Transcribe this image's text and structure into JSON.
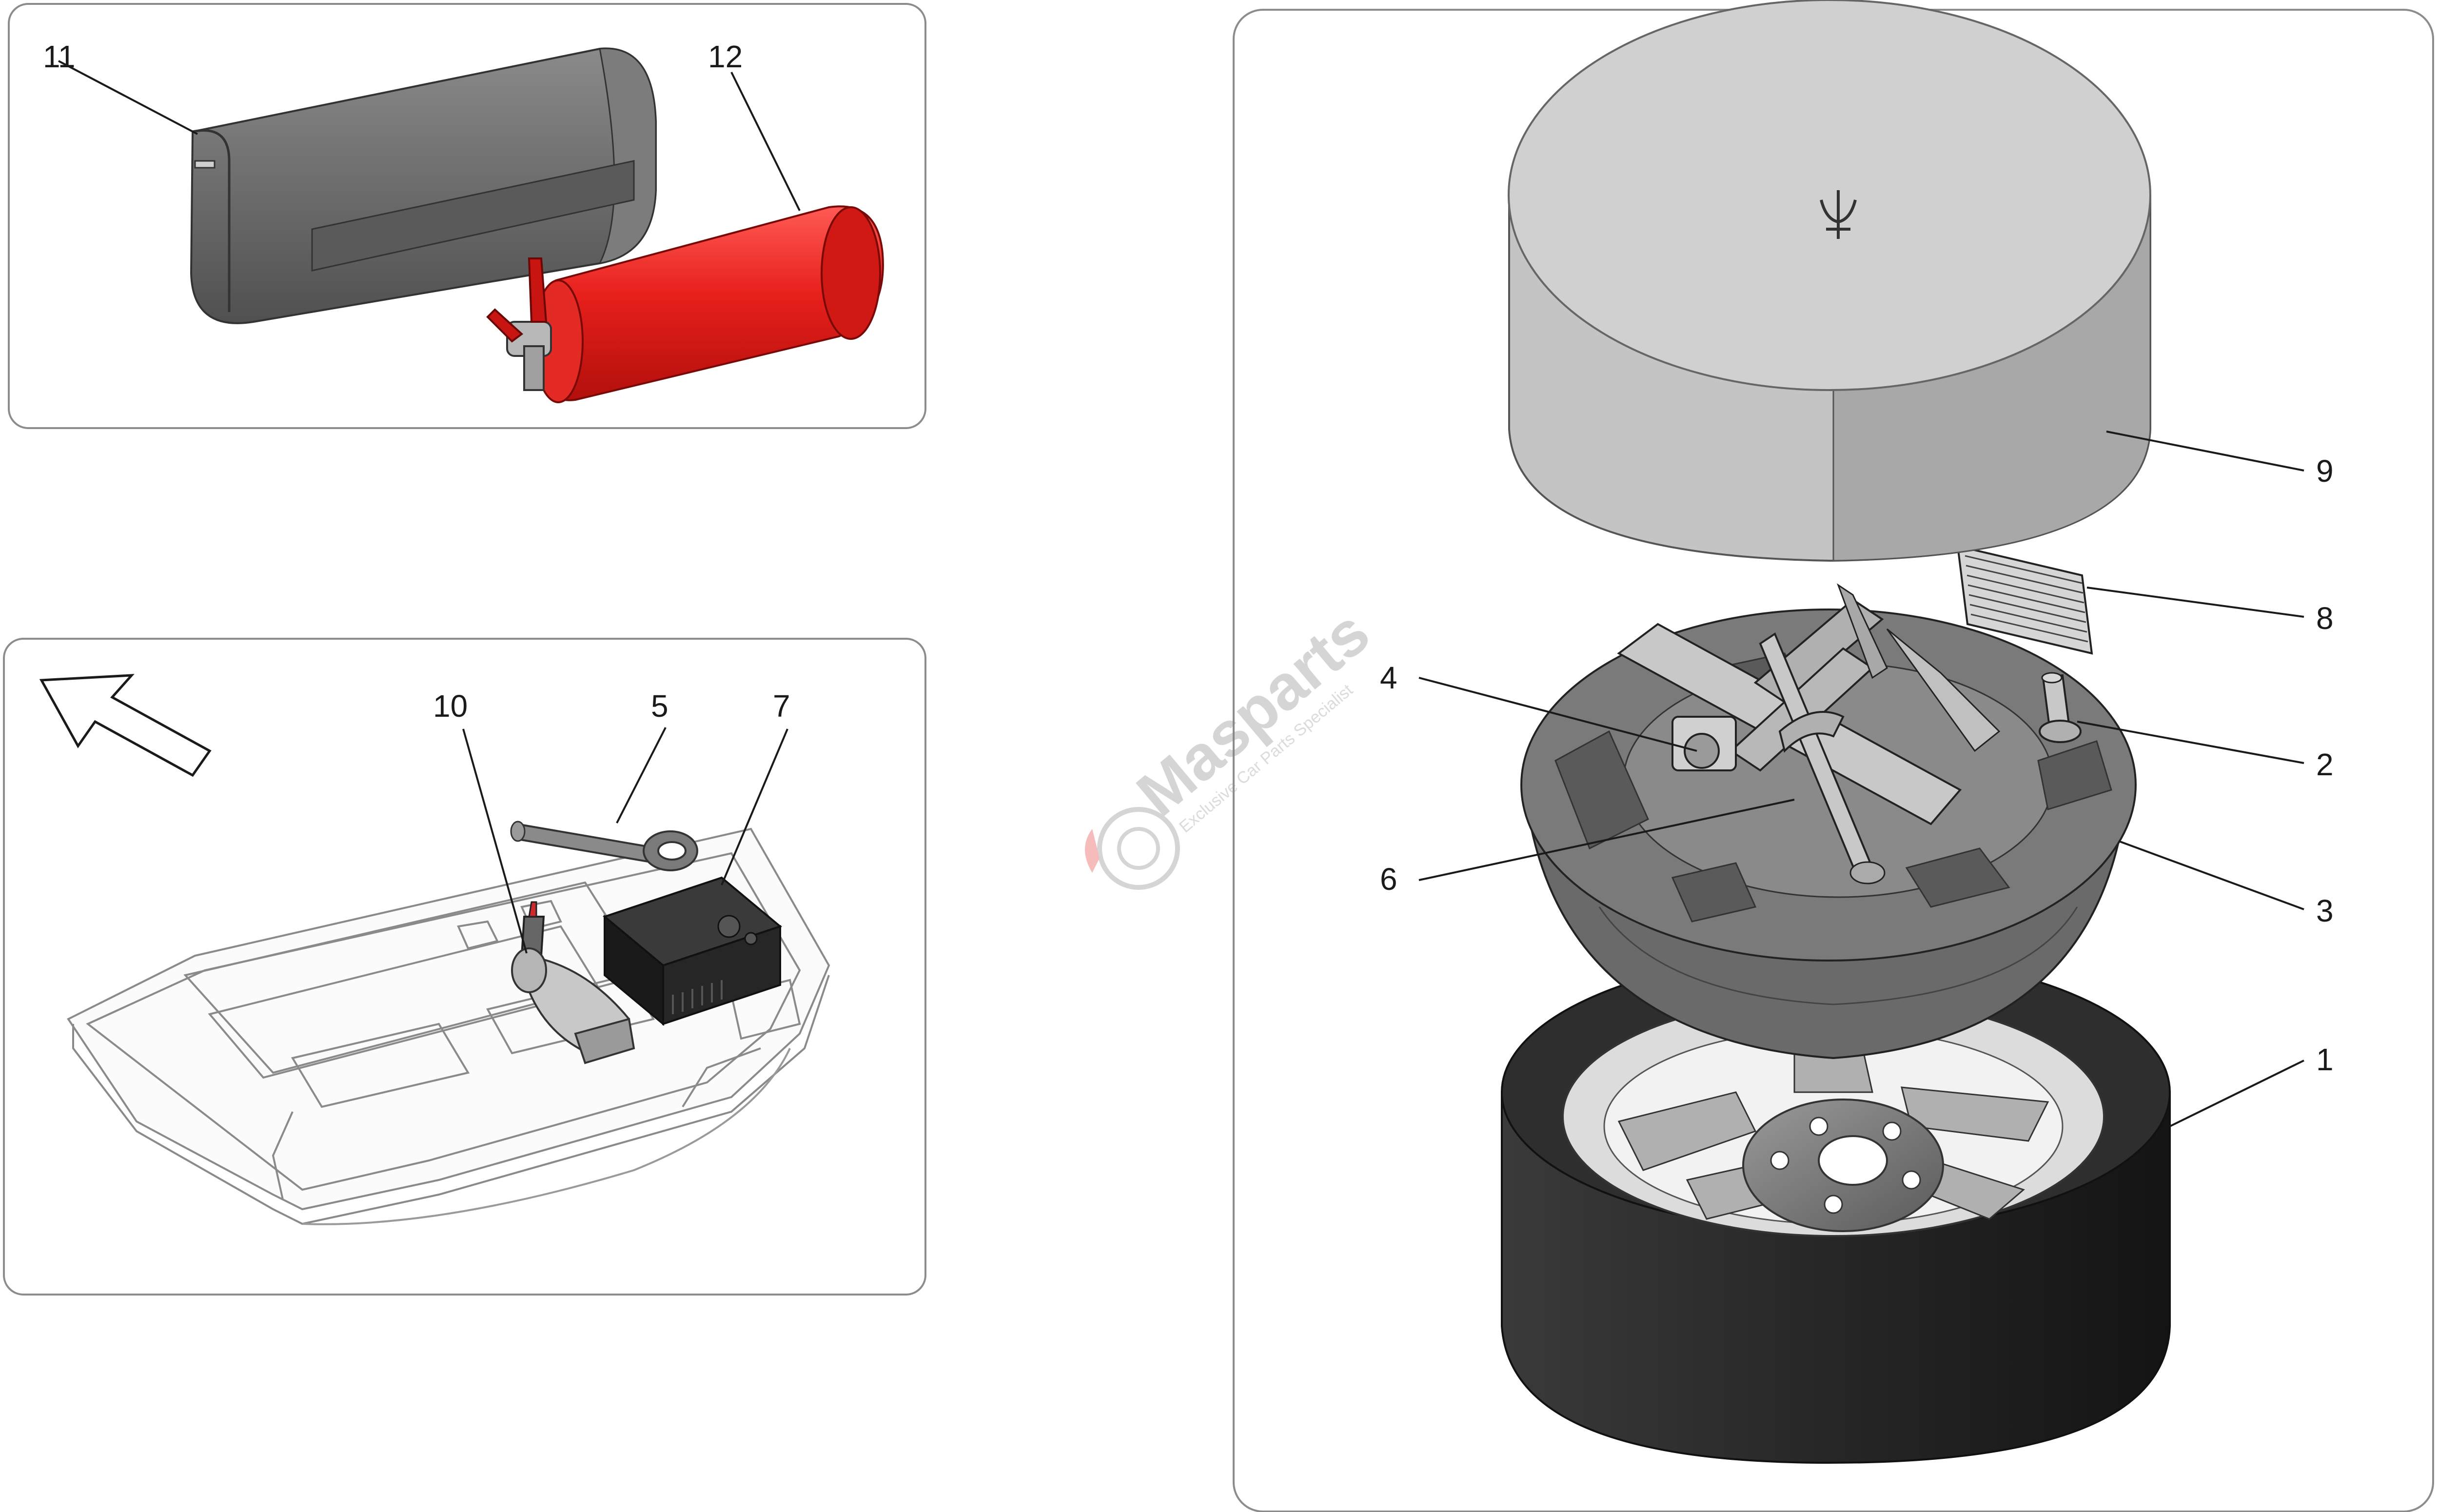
{
  "diagram": {
    "callouts": [
      {
        "id": "c1",
        "text": "1"
      },
      {
        "id": "c2",
        "text": "2"
      },
      {
        "id": "c3",
        "text": "3"
      },
      {
        "id": "c4",
        "text": "4"
      },
      {
        "id": "c5",
        "text": "5"
      },
      {
        "id": "c6",
        "text": "6"
      },
      {
        "id": "c7",
        "text": "7"
      },
      {
        "id": "c8",
        "text": "8"
      },
      {
        "id": "c9",
        "text": "9"
      },
      {
        "id": "c10",
        "text": "10"
      },
      {
        "id": "c11",
        "text": "11"
      },
      {
        "id": "c12",
        "text": "12"
      }
    ]
  },
  "watermark": {
    "brand": "Masparts",
    "tagline": "Exclusive Car Parts Specialist"
  },
  "colors": {
    "extinguisher": "#e8201c",
    "bag": "#6f6f6f",
    "tyre": "#2a2a2a",
    "cover_top": "#c4c4c4",
    "cover_side": "#a8a8a8",
    "panel_border": "#8c8c8c",
    "watermark": "#e43d3d"
  }
}
